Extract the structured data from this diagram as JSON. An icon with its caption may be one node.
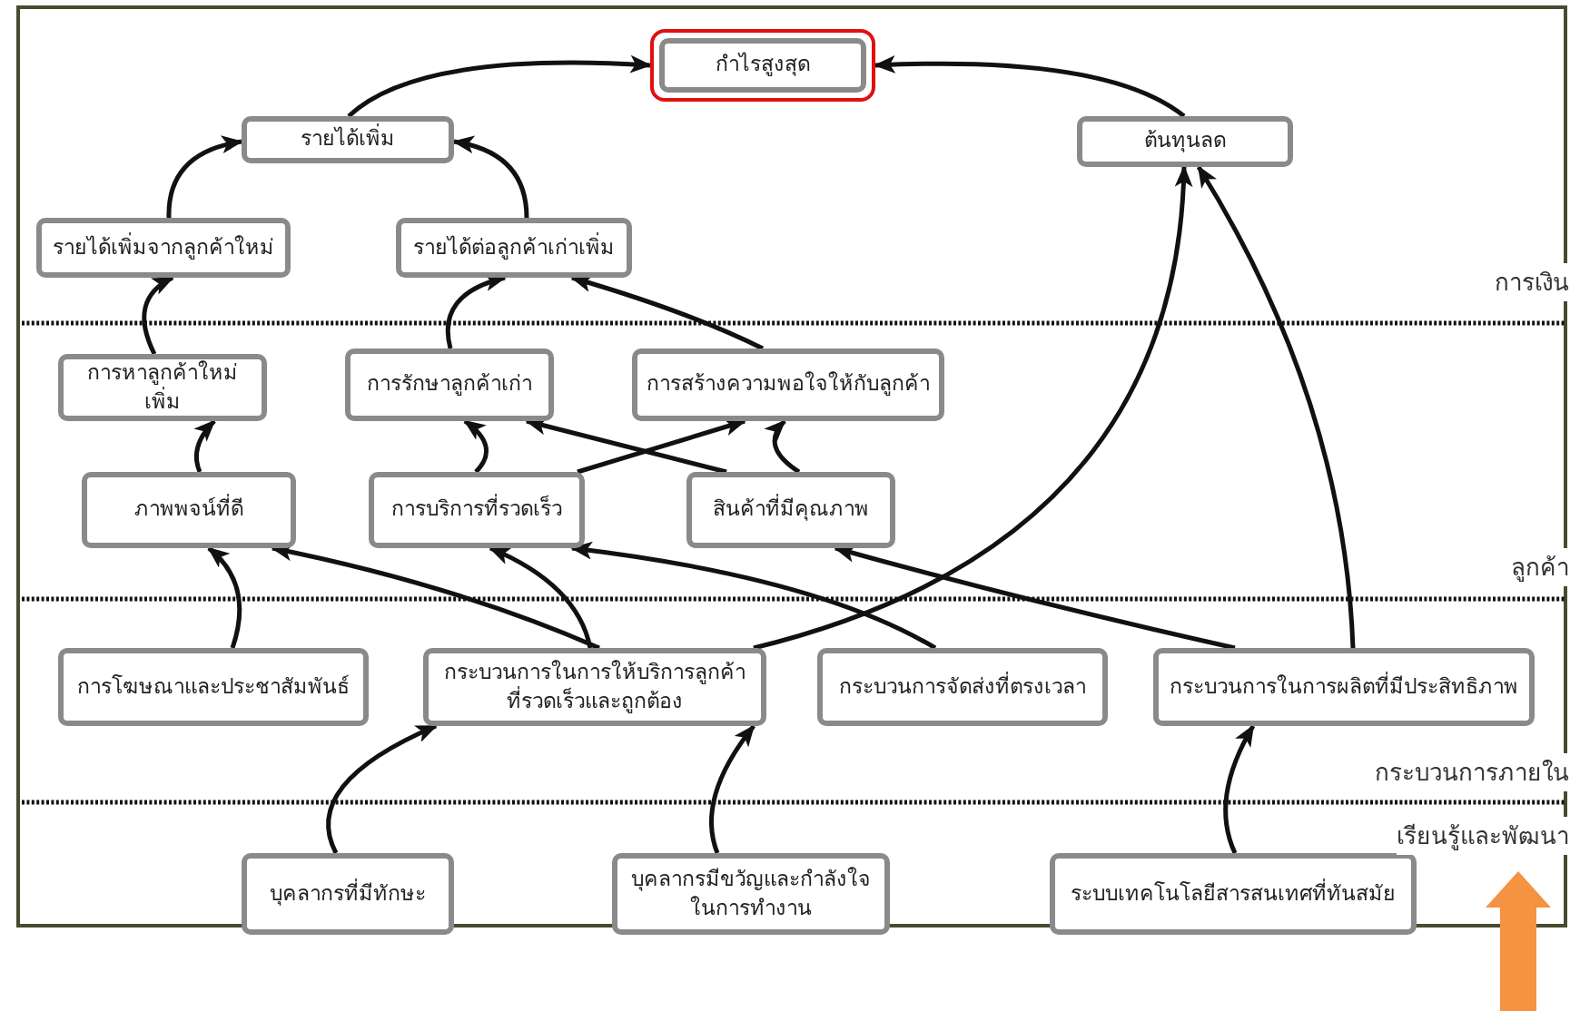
{
  "diagram": {
    "nodes": [
      {
        "text": [
          "กำไรสูงสุด"
        ]
      },
      {
        "text": [
          "รายได้เพิ่ม"
        ]
      },
      {
        "text": [
          "ต้นทุนลด"
        ]
      },
      {
        "text": [
          "รายได้เพิ่มจากลูกค้าใหม่"
        ]
      },
      {
        "text": [
          "รายได้ต่อลูกค้าเก่าเพิ่ม"
        ]
      },
      {
        "text": [
          "การหาลูกค้าใหม่เพิ่ม"
        ]
      },
      {
        "text": [
          "การรักษาลูกค้าเก่า"
        ]
      },
      {
        "text": [
          "การสร้างความพอใจให้กับลูกค้า"
        ]
      },
      {
        "text": [
          "ภาพพจน์ที่ดี"
        ]
      },
      {
        "text": [
          "การบริการที่รวดเร็ว"
        ]
      },
      {
        "text": [
          "สินค้าที่มีคุณภาพ"
        ]
      },
      {
        "text": [
          "การโฆษณาและประชาสัมพันธ์"
        ]
      },
      {
        "text": [
          "กระบวนการในการให้บริการลูกค้า ที่รวดเร็วและถูกต้อง"
        ]
      },
      {
        "text": [
          "กระบวนการจัดส่งที่ตรงเวลา"
        ]
      },
      {
        "text": [
          "กระบวนการในการผลิตที่มีประสิทธิภาพ"
        ]
      },
      {
        "text": [
          "บุคลากรที่มีทักษะ"
        ]
      },
      {
        "text": [
          "บุคลากรมีขวัญและกำลังใจ ในการทำงาน"
        ]
      },
      {
        "text": [
          "ระบบเทคโนโลยีสารสนเทศที่ทันสมัย"
        ]
      }
    ],
    "edges": [
      {
        "from": 1,
        "to": 0,
        "arrow": "to"
      },
      {
        "from": 2,
        "to": 0,
        "arrow": "to"
      },
      {
        "from": 3,
        "to": 1,
        "arrow": "to"
      },
      {
        "from": 4,
        "to": 1,
        "arrow": "to"
      },
      {
        "from": 5,
        "to": 3,
        "arrow": "to"
      },
      {
        "from": 6,
        "to": 4,
        "arrow": "to"
      },
      {
        "from": 7,
        "to": 4,
        "arrow": "to"
      },
      {
        "from": 8,
        "to": 5,
        "arrow": "to"
      },
      {
        "from": 9,
        "to": 6,
        "arrow": "to"
      },
      {
        "from": 9,
        "to": 7,
        "arrow": "to"
      },
      {
        "from": 10,
        "to": 6,
        "arrow": "to"
      },
      {
        "from": 10,
        "to": 7,
        "arrow": "to"
      },
      {
        "from": 11,
        "to": 8,
        "arrow": "to"
      },
      {
        "from": 12,
        "to": 8,
        "arrow": "to"
      },
      {
        "from": 12,
        "to": 9,
        "arrow": "to"
      },
      {
        "from": 12,
        "to": 2,
        "arrow": "to"
      },
      {
        "from": 13,
        "to": 9,
        "arrow": "to"
      },
      {
        "from": 14,
        "to": 10,
        "arrow": "to"
      },
      {
        "from": 14,
        "to": 2,
        "arrow": "to"
      },
      {
        "from": 15,
        "to": 12,
        "arrow": "to"
      },
      {
        "from": 16,
        "to": 12,
        "arrow": "to"
      },
      {
        "from": 17,
        "to": 14,
        "arrow": "to"
      }
    ],
    "labels": [
      "การเงิน",
      "ลูกค้า",
      "กระบวนการภายใน",
      "เรียนรู้และพัฒนา"
    ]
  }
}
